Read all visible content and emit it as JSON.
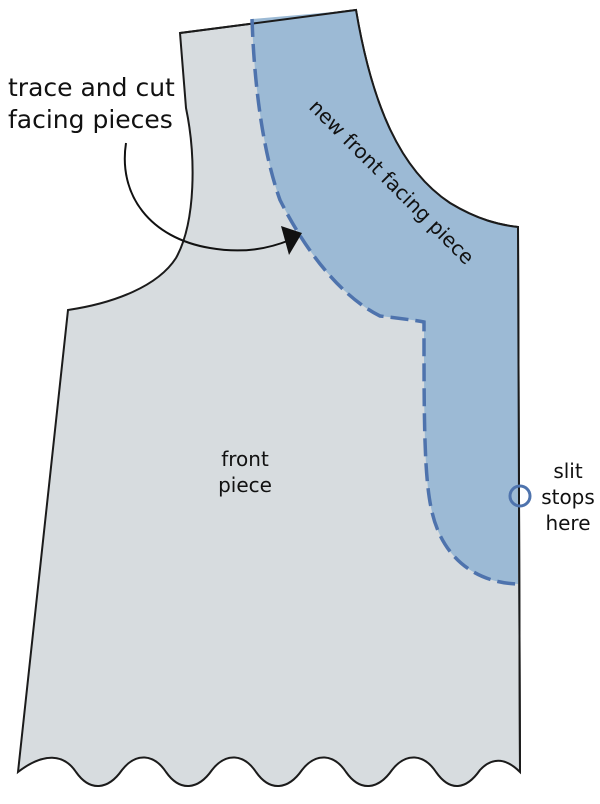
{
  "diagram": {
    "colors": {
      "front_piece_fill": "#d7dcdf",
      "facing_fill": "#9cbad5",
      "outline": "#1b1b1b",
      "dashed_line": "#4e73ad",
      "marker": "#4e73ad",
      "background": "#ffffff"
    },
    "callout": {
      "line1": "trace and cut",
      "line2": "facing pieces"
    },
    "facing_label": "new front facing piece",
    "front_label": {
      "line1": "front",
      "line2": "piece"
    },
    "slit_label": {
      "line1": "slit",
      "line2": "stops",
      "line3": "here"
    },
    "icons": {
      "arrow": "arrow-icon",
      "slit_marker": "circle-marker-icon"
    }
  }
}
